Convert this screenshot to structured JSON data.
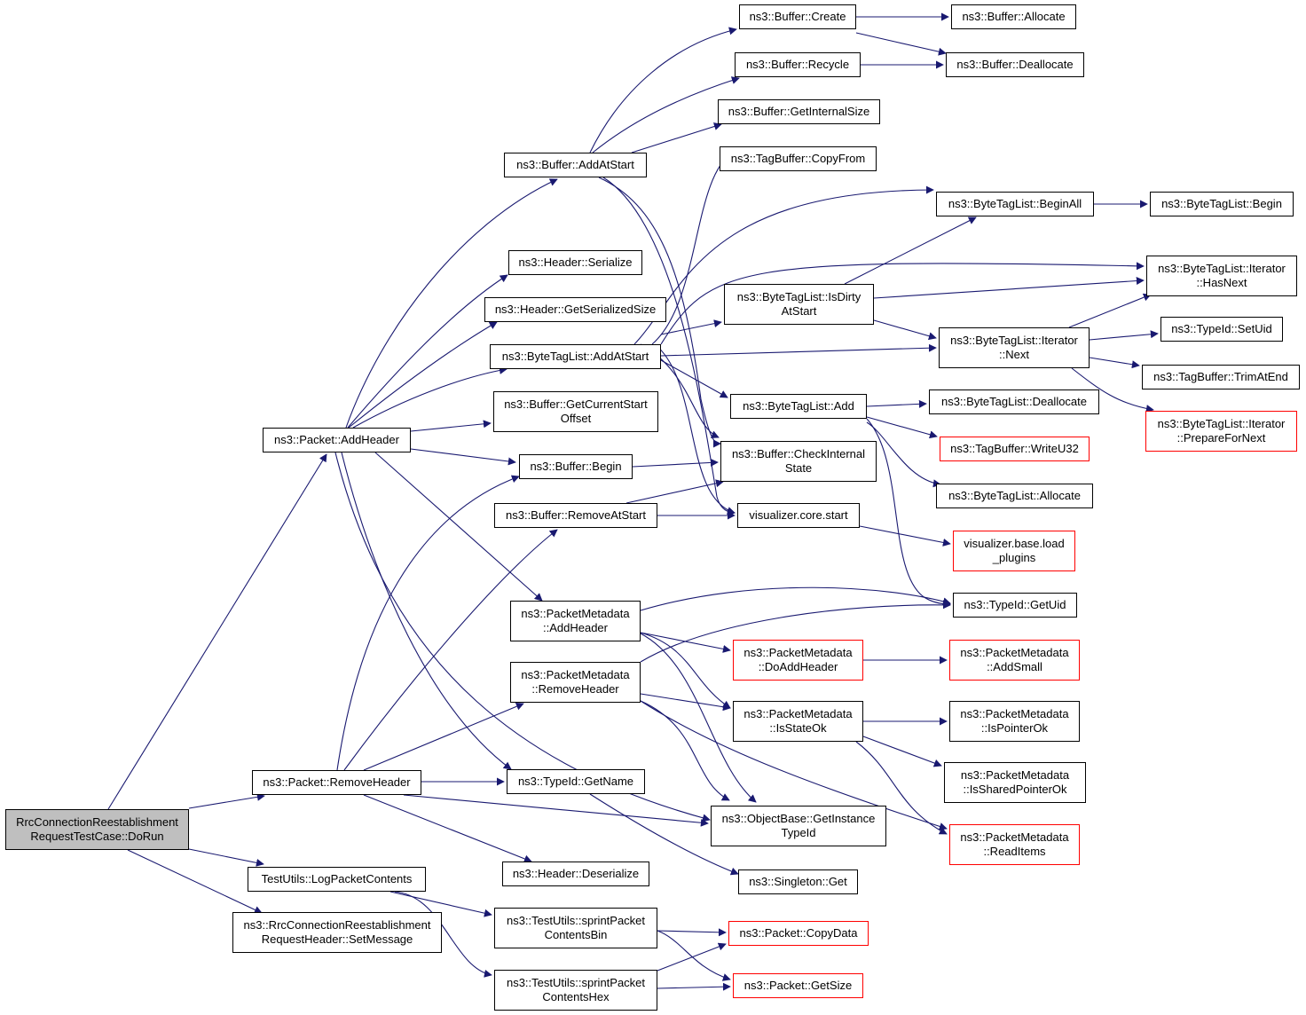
{
  "colors": {
    "edge": "#191970",
    "truncated_border": "#ff0000",
    "root_fill": "#bfbfbf"
  },
  "nodes": {
    "root": [
      "RrcConnectionReestablishment",
      "RequestTestCase::DoRun"
    ],
    "packet_addheader": [
      "ns3::Packet::AddHeader"
    ],
    "packet_removeheader": [
      "ns3::Packet::RemoveHeader"
    ],
    "testutils_logpacketcontents": [
      "TestUtils::LogPacketContents"
    ],
    "rrc_setmessage": [
      "ns3::RrcConnectionReestablishment",
      "RequestHeader::SetMessage"
    ],
    "buffer_addatstart": [
      "ns3::Buffer::AddAtStart"
    ],
    "header_serialize": [
      "ns3::Header::Serialize"
    ],
    "header_getserializedsize": [
      "ns3::Header::GetSerializedSize"
    ],
    "bytetaglist_addatstart": [
      "ns3::ByteTagList::AddAtStart"
    ],
    "buffer_getcurrentstartoffset": [
      "ns3::Buffer::GetCurrentStart",
      "Offset"
    ],
    "buffer_begin": [
      "ns3::Buffer::Begin"
    ],
    "buffer_removeatstart": [
      "ns3::Buffer::RemoveAtStart"
    ],
    "pm_addheader": [
      "ns3::PacketMetadata",
      "::AddHeader"
    ],
    "pm_removeheader": [
      "ns3::PacketMetadata",
      "::RemoveHeader"
    ],
    "typeid_getname": [
      "ns3::TypeId::GetName"
    ],
    "header_deserialize": [
      "ns3::Header::Deserialize"
    ],
    "tu_sprintbin": [
      "ns3::TestUtils::sprintPacket",
      "ContentsBin"
    ],
    "tu_sprinthex": [
      "ns3::TestUtils::sprintPacket",
      "ContentsHex"
    ],
    "buffer_create": [
      "ns3::Buffer::Create"
    ],
    "buffer_recycle": [
      "ns3::Buffer::Recycle"
    ],
    "buffer_getinternalsize": [
      "ns3::Buffer::GetInternalSize"
    ],
    "tagbuffer_copyfrom": [
      "ns3::TagBuffer::CopyFrom"
    ],
    "btl_isdirtyatstart": [
      "ns3::ByteTagList::IsDirty",
      "AtStart"
    ],
    "btl_add": [
      "ns3::ByteTagList::Add"
    ],
    "buffer_checkinternalstate": [
      "ns3::Buffer::CheckInternal",
      "State"
    ],
    "visualizer_core_start": [
      "visualizer.core.start"
    ],
    "pm_doaddheader": [
      "ns3::PacketMetadata",
      "::DoAddHeader"
    ],
    "pm_isstateok": [
      "ns3::PacketMetadata",
      "::IsStateOk"
    ],
    "objectbase_getinstancetypeid": [
      "ns3::ObjectBase::GetInstance",
      "TypeId"
    ],
    "singleton_get": [
      "ns3::Singleton::Get"
    ],
    "packet_copydata": [
      "ns3::Packet::CopyData"
    ],
    "packet_getsize": [
      "ns3::Packet::GetSize"
    ],
    "buffer_allocate": [
      "ns3::Buffer::Allocate"
    ],
    "buffer_deallocate": [
      "ns3::Buffer::Deallocate"
    ],
    "btl_beginall": [
      "ns3::ByteTagList::BeginAll"
    ],
    "btl_begin": [
      "ns3::ByteTagList::Begin"
    ],
    "btl_it_hasnext": [
      "ns3::ByteTagList::Iterator",
      "::HasNext"
    ],
    "btl_it_next": [
      "ns3::ByteTagList::Iterator",
      "::Next"
    ],
    "typeid_setuid": [
      "ns3::TypeId::SetUid"
    ],
    "tagbuffer_trimatend": [
      "ns3::TagBuffer::TrimAtEnd"
    ],
    "btl_it_prepare": [
      "ns3::ByteTagList::Iterator",
      "::PrepareForNext"
    ],
    "btl_deallocate": [
      "ns3::ByteTagList::Deallocate"
    ],
    "tagbuffer_writeu32": [
      "ns3::TagBuffer::WriteU32"
    ],
    "btl_allocate": [
      "ns3::ByteTagList::Allocate"
    ],
    "visualizer_base_loadplugins": [
      "visualizer.base.load",
      "_plugins"
    ],
    "typeid_getuid": [
      "ns3::TypeId::GetUid"
    ],
    "pm_addsmall": [
      "ns3::PacketMetadata",
      "::AddSmall"
    ],
    "pm_ispointerok": [
      "ns3::PacketMetadata",
      "::IsPointerOk"
    ],
    "pm_issharedpointerok": [
      "ns3::PacketMetadata",
      "::IsSharedPointerOk"
    ],
    "pm_readitems": [
      "ns3::PacketMetadata",
      "::ReadItems"
    ]
  }
}
